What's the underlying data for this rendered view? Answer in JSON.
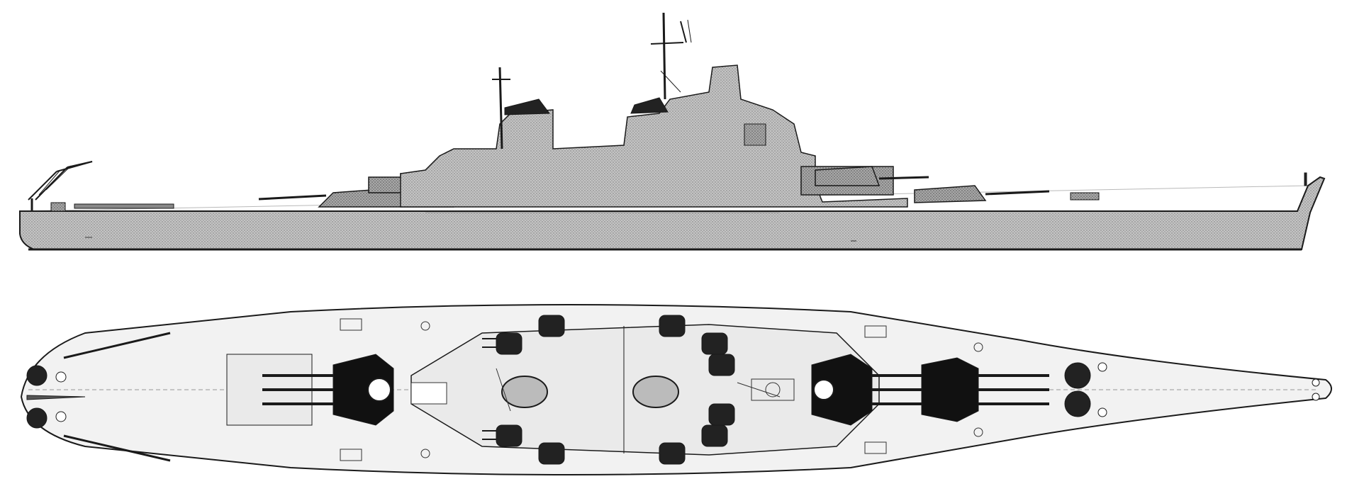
{
  "drawing": {
    "views": [
      {
        "id": "profile",
        "kind": "side-elevation"
      },
      {
        "id": "plan",
        "kind": "top-plan"
      }
    ],
    "colors": {
      "hull_fill": "#b9b9b9",
      "superstructure_fill": "#a9a9a9",
      "deck_fill": "#f2f2f2",
      "turret_fill": "#111111",
      "outline": "#1a1a1a",
      "background": "#ffffff"
    },
    "main_turret_count": 3,
    "main_guns_per_turret": 3,
    "secondary_mount_count": 10
  }
}
